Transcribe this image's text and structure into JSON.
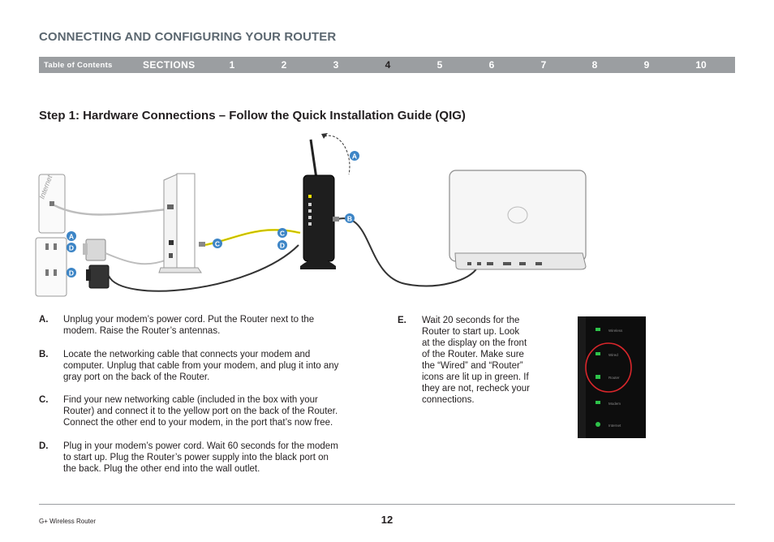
{
  "header": {
    "title": "CONNECTING AND CONFIGURING YOUR ROUTER"
  },
  "nav": {
    "toc_label": "Table of Contents",
    "sections_label": "SECTIONS",
    "numbers": [
      "1",
      "2",
      "3",
      "4",
      "5",
      "6",
      "7",
      "8",
      "9",
      "10"
    ],
    "active": "4"
  },
  "step_title": "Step 1: Hardware Connections – Follow the Quick Installation Guide (QIG)",
  "diagram": {
    "internet_label": "Internet",
    "callouts": {
      "a1": "A",
      "a2": "A",
      "b": "B",
      "c1": "C",
      "c2": "C",
      "d1": "D",
      "d2": "D",
      "d3": "D"
    },
    "accent_color": "#3d85c6",
    "cable_yellow": "#f0e000"
  },
  "instructions": [
    {
      "letter": "A.",
      "lines": [
        "Unplug your modem’s power cord. Put the Router next to the",
        "modem. Raise the Router’s antennas."
      ]
    },
    {
      "letter": "B.",
      "lines": [
        "Locate the networking cable that connects your modem and",
        "computer. Unplug that cable from your modem, and plug it into any",
        "gray port on the back of the Router."
      ]
    },
    {
      "letter": "C.",
      "lines": [
        "Find your new networking cable (included in the box with your",
        "Router) and connect it to the yellow port on the back of the Router.",
        "Connect the other end to your modem, in the port that’s now free."
      ]
    },
    {
      "letter": "D.",
      "lines": [
        "Plug in your modem’s power cord. Wait 60 seconds for the modem",
        "to start up. Plug the Router’s power supply into the black port on",
        "the back. Plug the other end into the wall outlet."
      ]
    },
    {
      "letter": "E.",
      "lines": [
        "Wait 20 seconds for the",
        "Router to start up. Look",
        "at the display on the front",
        "of the Router. Make sure",
        "the “Wired” and “Router”",
        "icons are lit up in green. If",
        "they are not, recheck your",
        "connections."
      ]
    }
  ],
  "panel_photo": {
    "labels": [
      "Wireless",
      "Wired",
      "Router",
      "Modem",
      "Internet"
    ],
    "led_color": "#2ec24a",
    "highlight_color": "#d9262b"
  },
  "footer": {
    "page_number": "12",
    "product": "G+ Wireless Router"
  }
}
